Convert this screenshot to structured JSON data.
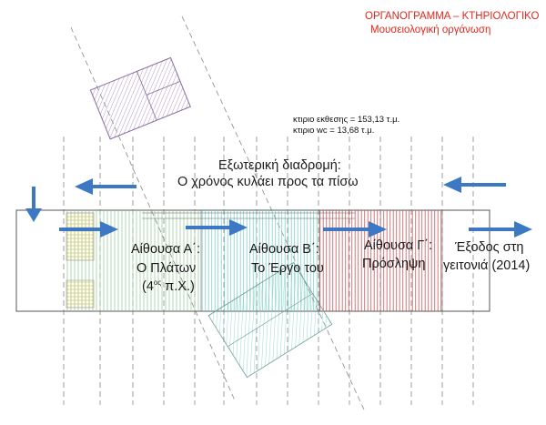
{
  "header": {
    "title": "ΟΡΓΑΝΟΓΡΑΜΜΑ – ΚΤΗΡΙΟΛΟΓΙΚΟ",
    "subtitle": "Μουσειολογική οργάνωση"
  },
  "areas": {
    "exhibition": "κτιριο εκθεσης = 153,13 τ.μ.",
    "wc": "κτιριο wc = 13,68 τ.μ."
  },
  "route": {
    "line1": "Εξωτερική διαδρομή:",
    "line2": "Ο χρόνος κυλάει προς τα πίσω"
  },
  "rooms": {
    "a": {
      "name": "Αίθουσα Α΄:",
      "line2": "Ο Πλάτων",
      "line3_num": "(4",
      "line3_sup": "ος",
      "line3_rest": " π.Χ.)"
    },
    "b": {
      "name": "Αίθουσα Β΄:",
      "line2": "Το Έργο του"
    },
    "c": {
      "name": "Αίθουσα Γ΄:",
      "line2": "Πρόσληψη"
    }
  },
  "exit": {
    "line1": "Έξοδος στη",
    "line2": "γειτονιά (2014)"
  },
  "colors": {
    "title": "#e0261b",
    "arrow": "#3d78c4",
    "hatch_green": "#8fc58f",
    "hatch_teal": "#74c9c2",
    "hatch_red": "#c0504f",
    "hatch_purple": "#a98cbf",
    "grid_dash": "#888888"
  }
}
